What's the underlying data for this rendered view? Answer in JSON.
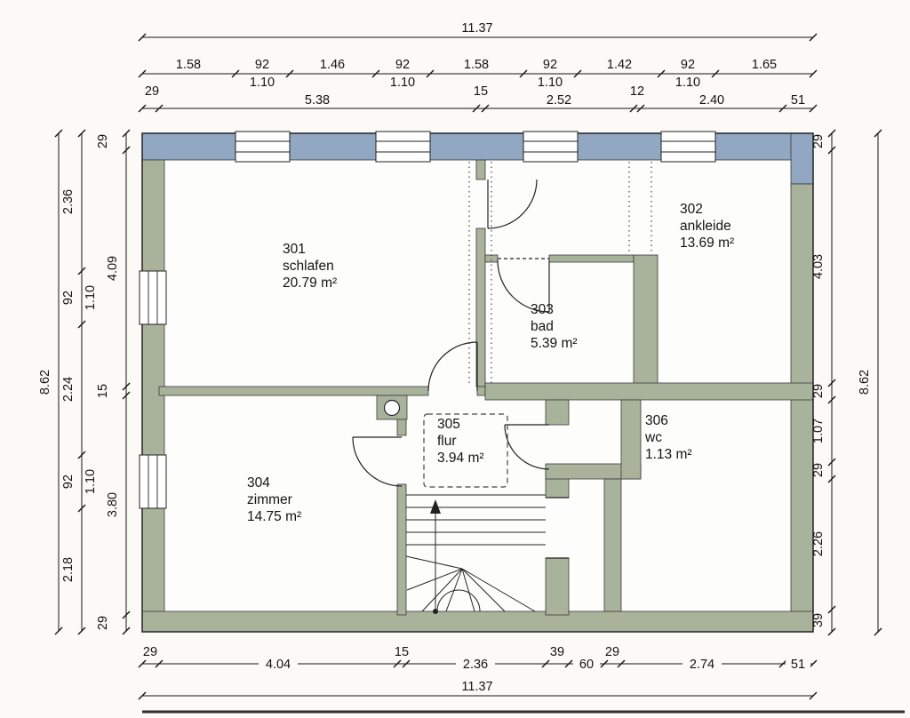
{
  "rooms": [
    {
      "id": "301",
      "name": "schlafen",
      "area": "20.79 m²"
    },
    {
      "id": "302",
      "name": "ankleide",
      "area": "13.69 m²"
    },
    {
      "id": "303",
      "name": "bad",
      "area": "5.39 m²"
    },
    {
      "id": "304",
      "name": "zimmer",
      "area": "14.75 m²"
    },
    {
      "id": "305",
      "name": "flur",
      "area": "3.94 m²"
    },
    {
      "id": "306",
      "name": "wc",
      "area": "1.13 m²"
    }
  ],
  "dims": {
    "top_total": "11.37",
    "top_row2": [
      "1.58",
      "92",
      "1.46",
      "92",
      "1.58",
      "92",
      "1.42",
      "92",
      "1.65"
    ],
    "top_row2b": [
      "1.10",
      "1.10",
      "1.10",
      "1.10"
    ],
    "top_row3_small": [
      "29",
      "15",
      "12"
    ],
    "top_row4": [
      "5.38",
      "2.52",
      "2.40",
      "51"
    ],
    "left_total": "8.62",
    "left_chainB": [
      "2.36",
      "92",
      "1.10",
      "2.24",
      "92",
      "1.10",
      "2.18"
    ],
    "left_chainA": [
      "29",
      "4.09",
      "15",
      "3.80",
      "29"
    ],
    "right_chain": [
      "29",
      "4.03",
      "29",
      "1.07",
      "29",
      "2.26",
      "39"
    ],
    "right_total": "8.62",
    "bottom_small": [
      "29",
      "15",
      "39",
      "29"
    ],
    "bottom_row1": [
      "4.04",
      "2.36",
      "60",
      "2.74",
      "51"
    ],
    "bottom_total": "11.37"
  },
  "colors": {
    "wall": "#a9b29b",
    "band": "#91a7c2"
  }
}
